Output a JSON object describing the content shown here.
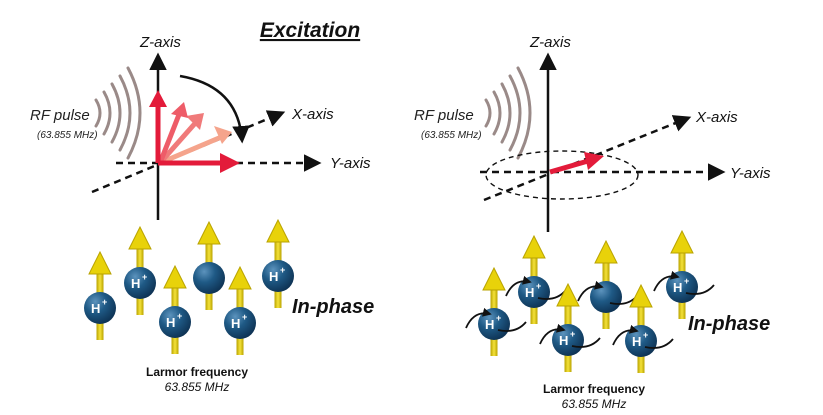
{
  "title": "Excitation",
  "left_panel": {
    "z_axis_label": "Z-axis",
    "x_axis_label": "X-axis",
    "y_axis_label": "Y-axis",
    "rf_pulse_label": "RF pulse",
    "rf_pulse_freq": "(63.855 MHz)",
    "phase_label": "In-phase",
    "larmor_title": "Larmor frequency",
    "larmor_freq": "63.855 MHz",
    "proton_label": "H",
    "proton_charge": "+"
  },
  "right_panel": {
    "z_axis_label": "Z-axis",
    "x_axis_label": "X-axis",
    "y_axis_label": "Y-axis",
    "rf_pulse_label": "RF pulse",
    "rf_pulse_freq": "(63.855 MHz)",
    "phase_label": "In-phase",
    "larmor_title": "Larmor frequency",
    "larmor_freq": "63.855 MHz",
    "proton_label": "H",
    "proton_charge": "+"
  },
  "colors": {
    "magnetization_vector": "#e31b3a",
    "intermediate_vector_1": "#f07a7a",
    "intermediate_vector_2": "#f5a48c",
    "proton_sphere": "#1f5a86",
    "spin_arrow": "#e8d20a",
    "rf_wave": "#9a8a88"
  }
}
